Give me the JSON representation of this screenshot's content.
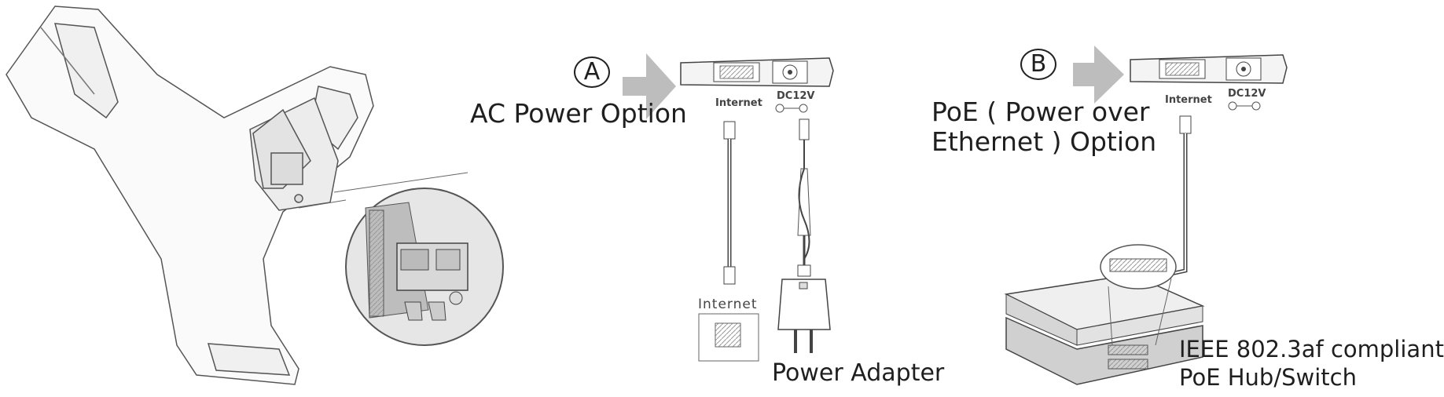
{
  "options": [
    {
      "badge": "A",
      "title": "AC Power Option"
    },
    {
      "badge": "B",
      "title_lines": [
        "PoE ( Power over",
        "Ethernet )  Option"
      ]
    }
  ],
  "ports": {
    "internet": "Internet",
    "dc": "DC12V"
  },
  "labels": {
    "internet_jack": "Internet",
    "power_adapter": "Power Adapter",
    "switch_lines": [
      "IEEE 802.3af compliant",
      "PoE Hub/Switch"
    ]
  },
  "colors": {
    "line": "#333333",
    "arrow": "#bdbdbd",
    "device_fill": "#f2f2f2",
    "zoom_fill": "#e6e6e6"
  }
}
